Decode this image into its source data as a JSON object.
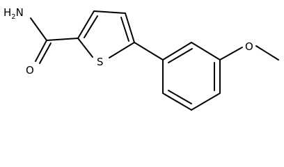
{
  "structure": {
    "atoms": {
      "amide_nitrogen": "H2N",
      "carbonyl_oxygen": "O",
      "thiophene_sulfur": "S",
      "methoxy_oxygen": "O"
    },
    "colors": {
      "bond": "#000000",
      "label": "#000000",
      "background": "#ffffff"
    }
  }
}
